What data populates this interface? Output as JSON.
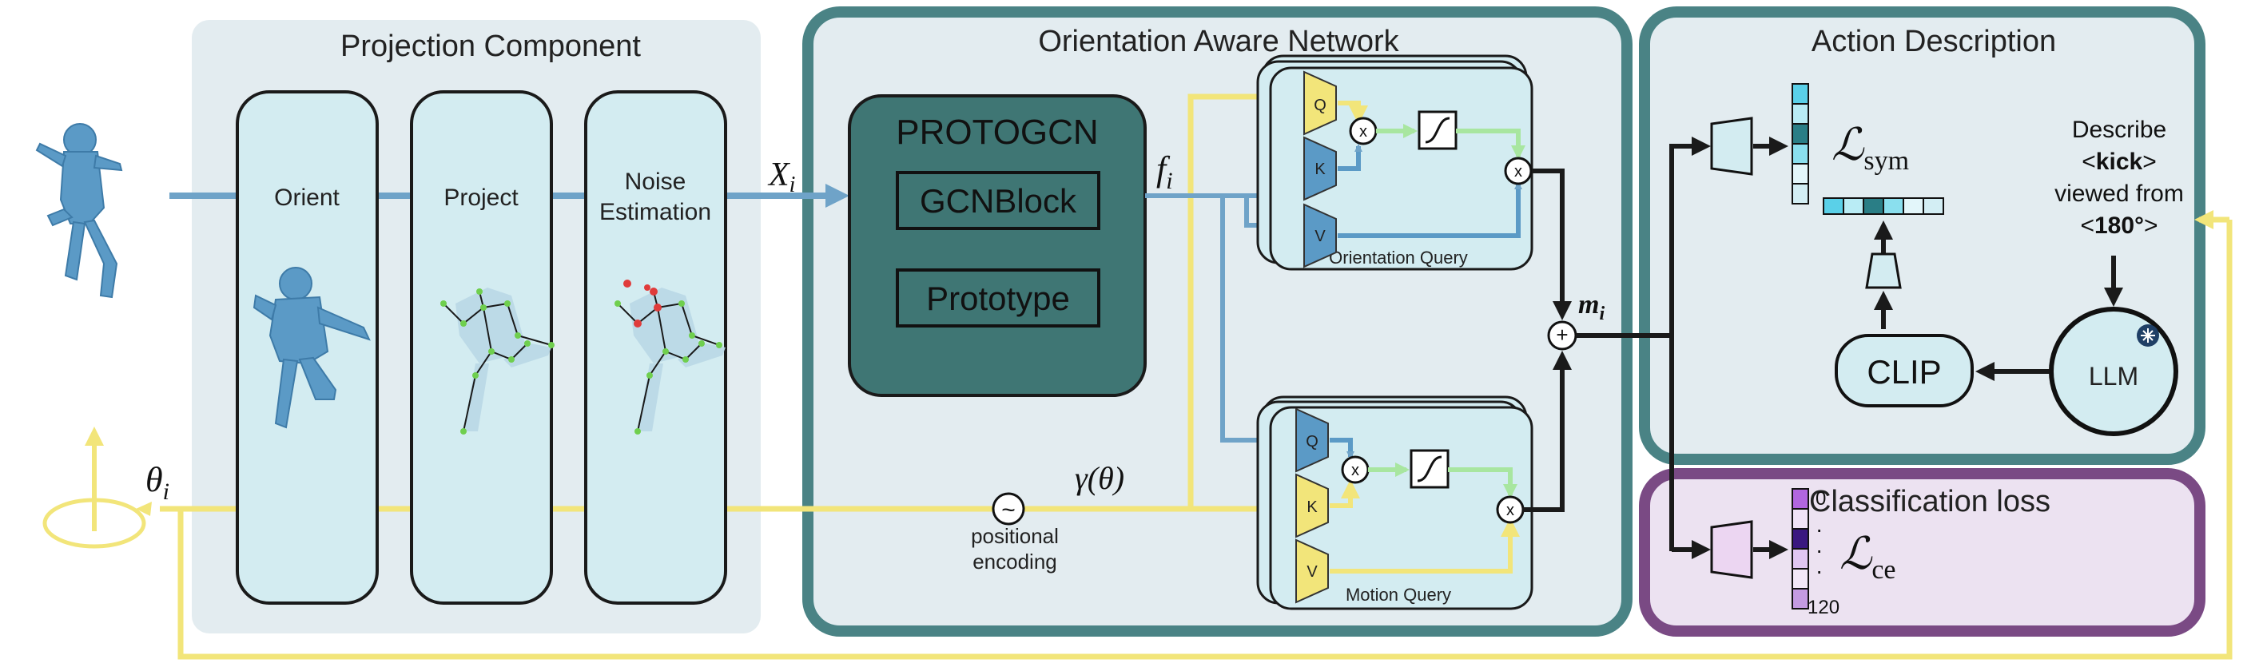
{
  "sections": {
    "projection": "Projection Component",
    "network": "Orientation Aware Network",
    "action": "Action Description",
    "classification": "Classification loss"
  },
  "stages": {
    "orient": "Orient",
    "project": "Project",
    "noise_line1": "Noise",
    "noise_line2": "Estimation"
  },
  "protogcn": {
    "title": "PROTOGCN",
    "block1": "GCNBlock",
    "block2": "Prototype"
  },
  "symbols": {
    "x_i": "X",
    "x_i_sub": "i",
    "f_i": "f",
    "f_i_sub": "i",
    "theta_i": "θ",
    "theta_i_sub": "i",
    "gamma": "γ(θ)",
    "m_i": "m",
    "m_i_sub": "i",
    "l_sym": "ℒ",
    "l_sym_sub": "sym",
    "l_ce": "ℒ",
    "l_ce_sub": "ce"
  },
  "positional": {
    "symbol": "~",
    "line1": "positional",
    "line2": "encoding"
  },
  "queries": {
    "orientation_label": "Orientation Query",
    "motion_label": "Motion Query",
    "q": "Q",
    "k": "K",
    "v": "V",
    "mult": "x"
  },
  "describe": {
    "line1": "Describe",
    "line2_pre": "<",
    "line2_bold": "kick",
    "line2_post": ">",
    "line3": "viewed from",
    "line4_pre": "<",
    "line4_bold": "180°",
    "line4_post": ">"
  },
  "modules": {
    "clip": "CLIP",
    "llm": "LLM"
  },
  "class_scale": {
    "top": "0",
    "bottom": "120",
    "dots": [
      "·",
      "·",
      "·"
    ]
  },
  "colors": {
    "blue_line": "#6fa3c8",
    "yellow_line": "#f2e57a",
    "green_line": "#a8e6a0",
    "dark_teal": "#3f7674",
    "teal_border": "#4a8385",
    "purple_border": "#7a4a84",
    "light_cyan": "#d3ecf1"
  }
}
